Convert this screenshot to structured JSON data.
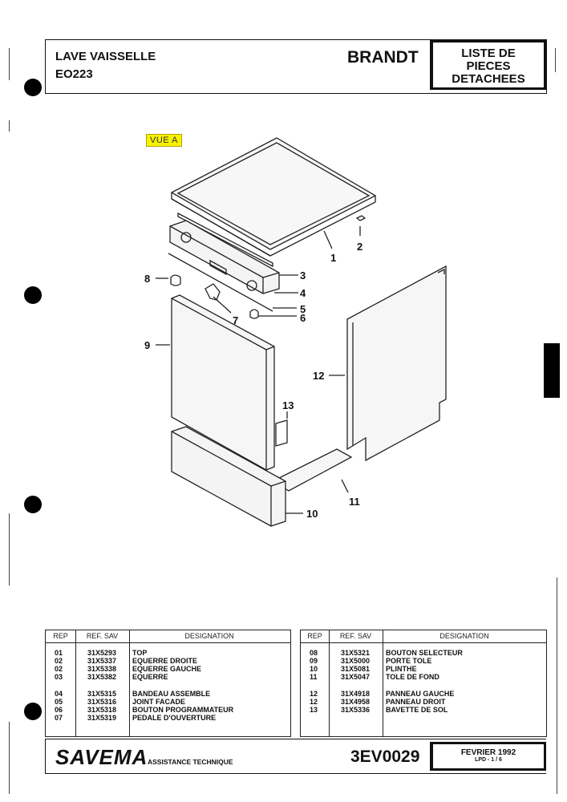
{
  "header": {
    "product_line1": "LAVE VAISSELLE",
    "product_line2": "EO223",
    "brand": "BRANDT",
    "doc_type_line1": "LISTE DE",
    "doc_type_line2": "PIECES",
    "doc_type_line3": "DETACHEES"
  },
  "diagram": {
    "view_label": "VUE A",
    "callouts": [
      "1",
      "2",
      "3",
      "4",
      "5",
      "6",
      "7",
      "8",
      "9",
      "10",
      "11",
      "12",
      "13"
    ]
  },
  "table_left": {
    "headers": {
      "rep": "REP",
      "ref": "REF. SAV",
      "designation": "DESIGNATION"
    },
    "rows": [
      {
        "rep": "01",
        "ref": "31X5293",
        "designation": "TOP"
      },
      {
        "rep": "02",
        "ref": "31X5337",
        "designation": "EQUERRE DROITE"
      },
      {
        "rep": "02",
        "ref": "31X5338",
        "designation": "EQUERRE GAUCHE"
      },
      {
        "rep": "03",
        "ref": "31X5382",
        "designation": "EQUERRE"
      },
      {
        "rep": "04",
        "ref": "31X5315",
        "designation": "BANDEAU ASSEMBLE"
      },
      {
        "rep": "05",
        "ref": "31X5316",
        "designation": "JOINT FACADE"
      },
      {
        "rep": "06",
        "ref": "31X5318",
        "designation": "BOUTON PROGRAMMATEUR"
      },
      {
        "rep": "07",
        "ref": "31X5319",
        "designation": "PEDALE D'OUVERTURE"
      }
    ]
  },
  "table_right": {
    "headers": {
      "rep": "REP",
      "ref": "REF. SAV",
      "designation": "DESIGNATION"
    },
    "rows": [
      {
        "rep": "08",
        "ref": "31X5321",
        "designation": "BOUTON SELECTEUR"
      },
      {
        "rep": "09",
        "ref": "31X5000",
        "designation": "PORTE TOLE"
      },
      {
        "rep": "10",
        "ref": "31X5081",
        "designation": "PLINTHE"
      },
      {
        "rep": "11",
        "ref": "31X5047",
        "designation": "TOLE DE FOND"
      },
      {
        "rep": "12",
        "ref": "31X4918",
        "designation": "PANNEAU GAUCHE"
      },
      {
        "rep": "12",
        "ref": "31X4958",
        "designation": "PANNEAU DROIT"
      },
      {
        "rep": "13",
        "ref": "31X5336",
        "designation": "BAVETTE DE SOL"
      }
    ]
  },
  "footer": {
    "company": "SAVEMA",
    "department": "ASSISTANCE TECHNIQUE",
    "doc_number": "3EV0029",
    "date": "FEVRIER 1992",
    "page_ref": "LPD - 1 / 6"
  }
}
